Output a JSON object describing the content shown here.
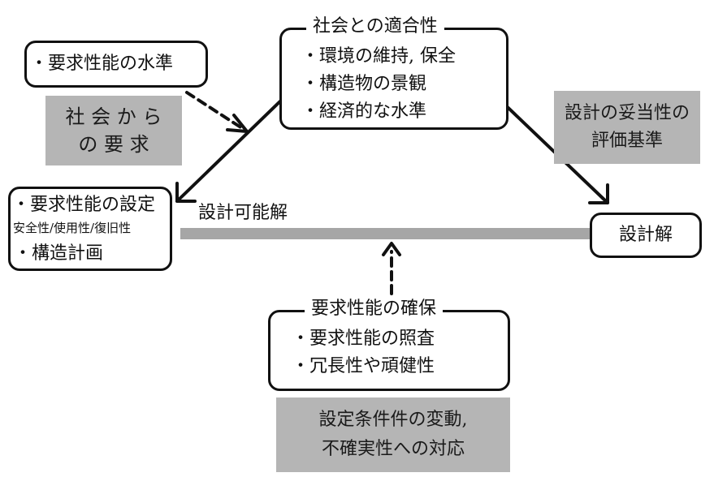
{
  "social_fit": {
    "title": "社会との適合性",
    "items": [
      "環境の維持, 保全",
      "構造物の景観",
      "経済的な水準"
    ]
  },
  "requirement_level": "要求性能の水準",
  "social_demand": {
    "line1": "社 会 か ら",
    "line2": "の 要 求"
  },
  "evaluation_criteria": {
    "line1": "設計の妥当性の",
    "line2": "評価基準"
  },
  "performance_setting": {
    "title": "要求性能の設定",
    "subtitle": "安全性/使用性/復旧性",
    "item": "構造計画"
  },
  "feasible_solution_label": "設計可能解",
  "design_solution": "設計解",
  "performance_assurance": {
    "title": "要求性能の確保",
    "items": [
      "要求性能の照査",
      "冗長性や頑健性"
    ]
  },
  "uncertainty": {
    "line1": "設定条件件の変動,",
    "line2": "不確実性への対応"
  },
  "colors": {
    "line": "#111111",
    "gray_fill": "#b5b5b5",
    "gray_arrow": "#a6a6a6"
  }
}
